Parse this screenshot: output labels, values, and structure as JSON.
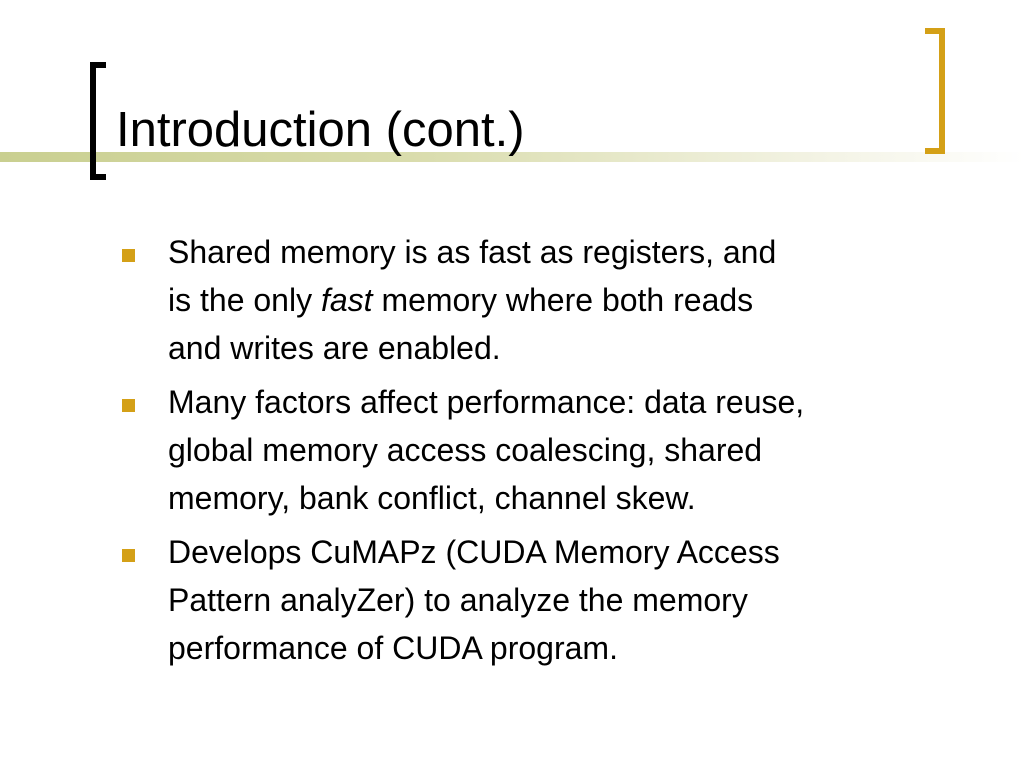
{
  "slide": {
    "title": "Introduction (cont.)",
    "colors": {
      "accent": "#d4a017",
      "title_bar": "#c9cf90",
      "text": "#000000",
      "background": "#ffffff"
    },
    "bullets": [
      {
        "lines": [
          "Shared memory is as fast as registers, and",
          {
            "before": "is the only ",
            "emphasis": "fast",
            "after": " memory where both reads"
          },
          "and writes are enabled."
        ]
      },
      {
        "lines": [
          "Many factors affect performance: data reuse,",
          "global memory access coalescing, shared",
          "memory, bank conflict, channel skew."
        ]
      },
      {
        "lines": [
          "Develops CuMAPz (CUDA Memory Access",
          "Pattern analyZer) to analyze the memory",
          "performance of CUDA program."
        ]
      }
    ]
  }
}
